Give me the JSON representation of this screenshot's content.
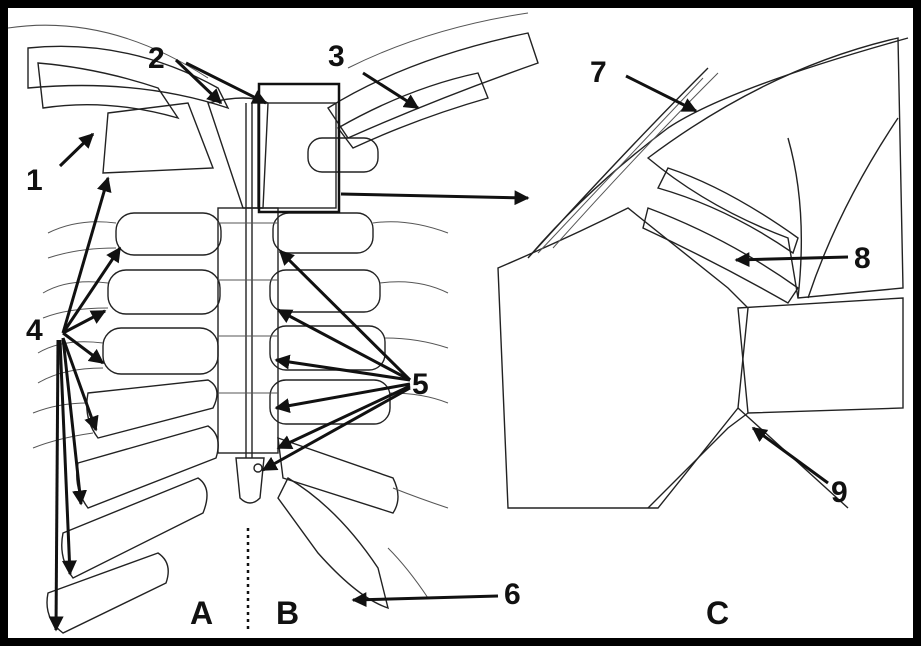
{
  "figure": {
    "labels": {
      "n1": "1",
      "n2": "2",
      "n3": "3",
      "n4": "4",
      "n5": "5",
      "n6": "6",
      "n7": "7",
      "n8": "8",
      "n9": "9"
    },
    "panels": {
      "a": "A",
      "b": "B",
      "c": "C"
    },
    "colors": {
      "frame": "#000000",
      "background": "#ffffff",
      "ink": "#111111",
      "shade": "#cfcfcf"
    }
  }
}
